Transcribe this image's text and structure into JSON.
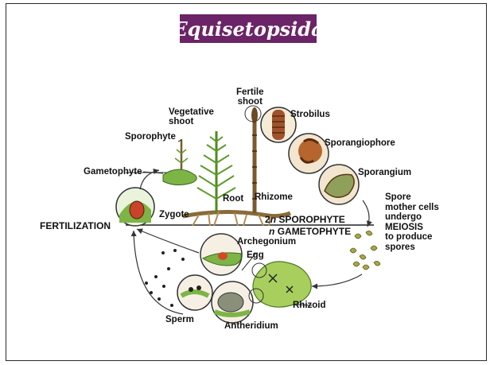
{
  "slide": {
    "title": "Equisetopsida"
  },
  "labels": {
    "fertile_shoot_line1": "Fertile",
    "fertile_shoot_line2": "shoot",
    "vegetative_shoot_line1": "Vegetative",
    "vegetative_shoot_line2": "shoot",
    "strobilus": "Strobilus",
    "sporophyte": "Sporophyte",
    "sporangiophore": "Sporangiophore",
    "gametophyte": "Gametophyte",
    "sporangium": "Sporangium",
    "root": "Root",
    "rhizome": "Rhizome",
    "zygote": "Zygote",
    "fertilization": "FERTILIZATION",
    "ploidy_2n": "2",
    "ploidy_n": "n",
    "sporophyte_phase": "SPOROPHYTE",
    "gametophyte_phase": "GAMETOPHYTE",
    "spore_note": [
      "Spore",
      "mother cells",
      "undergo",
      "MEIOSIS",
      "to produce",
      "spores"
    ],
    "archegonium": "Archegonium",
    "egg": "Egg",
    "rhizoid": "Rhizoid",
    "sperm": "Sperm",
    "antheridium": "Antheridium"
  },
  "colors": {
    "title_bg": "#6b2467",
    "plant_green": "#5f9a2e",
    "stem_brown": "#7a5a2f",
    "circle_outline": "#333333"
  }
}
